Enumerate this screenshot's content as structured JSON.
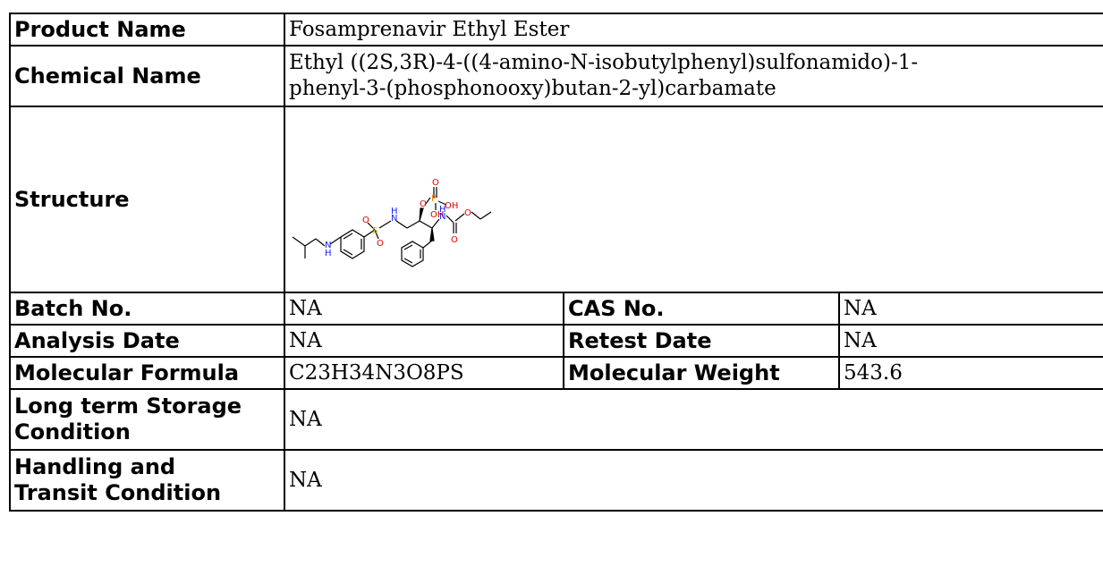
{
  "rows": {
    "product_name": {
      "label": "Product Name",
      "value": "Fosamprenavir Ethyl Ester"
    },
    "chemical_name": {
      "label": "Chemical Name",
      "value_line1": "Ethyl ((2S,3R)-4-((4-amino-N-isobutylphenyl)sulfonamido)-1-",
      "value_line2": "phenyl-3-(phosphonooxy)butan-2-yl)carbamate"
    },
    "structure": {
      "label": "Structure"
    },
    "batch_no": {
      "label": "Batch No.",
      "value": "NA"
    },
    "cas_no": {
      "label": "CAS No.",
      "value": "NA"
    },
    "analysis_date": {
      "label": "Analysis Date",
      "value": "NA"
    },
    "retest_date": {
      "label": "Retest Date",
      "value": "NA"
    },
    "molecular_formula": {
      "label": "Molecular Formula",
      "value": "C23H34N3O8PS"
    },
    "molecular_weight": {
      "label": "Molecular Weight",
      "value": "543.6"
    },
    "storage": {
      "label_line1": "Long term Storage",
      "label_line2": "Condition",
      "value": "NA"
    },
    "handling": {
      "label_line1": "Handling and",
      "label_line2": "Transit Condition",
      "value": "NA"
    }
  },
  "structure_atoms": {
    "n1": "N",
    "h1": "H",
    "s": "S",
    "o_s1": "O",
    "o_s2": "O",
    "n2": "N",
    "h2": "H",
    "o_p": "O",
    "p": "P",
    "o_top": "O",
    "oh1": "OH",
    "oh2": "OH",
    "n3": "N",
    "h3": "H",
    "o_carb": "O",
    "o_ester": "O"
  },
  "colors": {
    "nitrogen": "#1a1aff",
    "oxygen": "#e00000",
    "sulfur": "#c8a000",
    "phosphorus": "#ff8000",
    "border": "#000000"
  }
}
